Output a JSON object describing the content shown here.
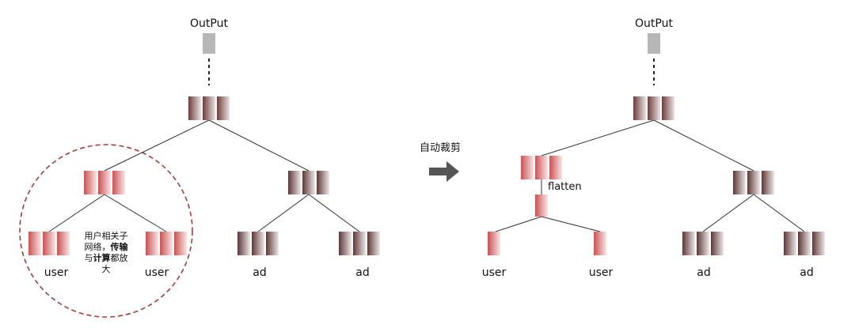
{
  "diagram": {
    "left": {
      "output_label": "OutPut",
      "user_label_1": "user",
      "user_label_2": "user",
      "ad_label_1": "ad",
      "ad_label_2": "ad",
      "note_line1": "用户相关子",
      "note_line2a": "网络，",
      "note_line2b": "传输",
      "note_line3a": "与",
      "note_line3b": "计算",
      "note_line3c": "都放",
      "note_line4": "大"
    },
    "action_label": "自动裁剪",
    "right": {
      "output_label": "OutPut",
      "flatten_label": "flatten",
      "user_label_1": "user",
      "user_label_2": "user",
      "ad_label_1": "ad",
      "ad_label_2": "ad"
    },
    "colors": {
      "user_block": "#cf5f5f",
      "ad_block": "#5a3a3a",
      "output_block": "#b7b7b7",
      "circle": "#a23d3d",
      "edge": "#333333",
      "arrow": "#555555"
    }
  }
}
